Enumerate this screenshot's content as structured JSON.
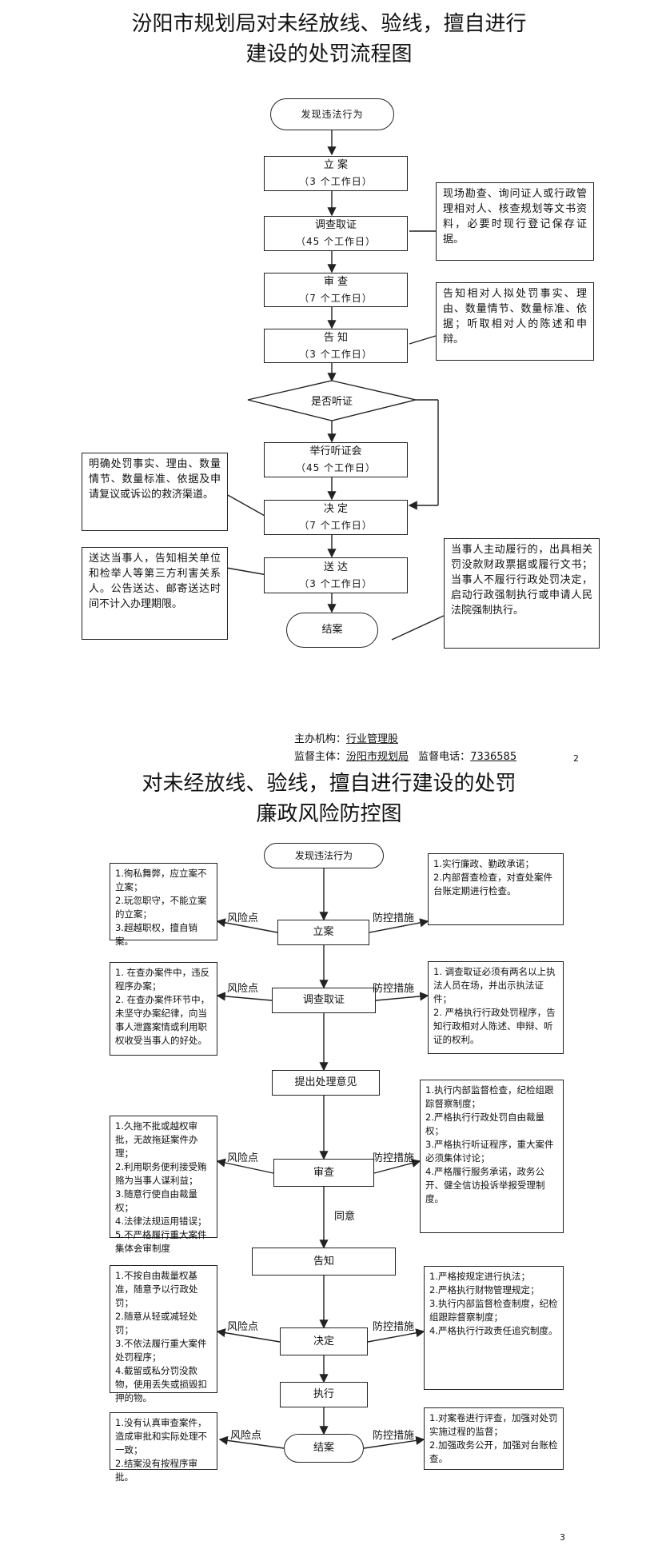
{
  "chart1": {
    "title_line1": "汾阳市规划局对未经放线、验线，擅自进行",
    "title_line2": "建设的处罚流程图",
    "start": "发现违法行为",
    "steps": [
      {
        "name": "立 案",
        "time": "（3 个工作日）"
      },
      {
        "name": "调查取证",
        "time": "（45 个工作日）"
      },
      {
        "name": "审 查",
        "time": "（7 个工作日）"
      },
      {
        "name": "告 知",
        "time": "（3 个工作日）"
      }
    ],
    "decision": "是否听证",
    "hearing": {
      "name": "举行听证会",
      "time": "（45 个工作日）"
    },
    "decide": {
      "name": "决 定",
      "time": "（7 个工作日）"
    },
    "deliver": {
      "name": "送 达",
      "time": "（3 个工作日）"
    },
    "end": "结案",
    "notes": {
      "investigate": "现场勘查、询问证人或行政管理相对人、核查规划等文书资料，必要时现行登记保存证据。",
      "notify": "告知相对人拟处罚事实、理由、数量情节、数量标准、依据；听取相对人的陈述和申辩。",
      "decide": "明确处罚事实、理由、数量情节、数量标准、依据及申请复议或诉讼的救济渠道。",
      "deliver": "送达当事人，告知相关单位和检举人等第三方利害关系人。公告送达、邮寄送达时间不计入办理期限。",
      "end": "当事人主动履行的，出具相关罚没款财政票据或履行文书；当事人不履行行政处罚决定，启动行政强制执行或申请人民法院强制执行。"
    },
    "footer": {
      "org_label": "主办机构：",
      "org_value": "行业管理股",
      "sup_label": "监督主体：",
      "sup_value": "汾阳市规划局",
      "tel_label": "监督电话：",
      "tel_value": "7336585"
    },
    "page_no": "2"
  },
  "chart2": {
    "title_line1": "对未经放线、验线，擅自进行建设的处罚",
    "title_line2": "廉政风险防控图",
    "start": "发现违法行为",
    "nodes": [
      "立案",
      "调查取证",
      "提出处理意见",
      "审查",
      "告知",
      "决定",
      "执行",
      "结案"
    ],
    "agree": "同意",
    "risk_label": "风险点",
    "control_label": "防控措施",
    "risks": {
      "register": "1.徇私舞弊，应立案不立案；\n2.玩忽职守，不能立案的立案；\n3.超越职权，擅自销案。",
      "investigate": "1. 在查办案件中，违反程序办案；\n2. 在查办案件环节中，未坚守办案纪律，向当事人泄露案情或利用职权收受当事人的好处。",
      "review": "1.久拖不批或越权审批，无故拖延案件办理；\n2.利用职务便利接受贿赂为当事人谋利益；\n3.随意行使自由裁量权；\n4.法律法规运用错误；\n5.不严格履行重大案件集体会审制度",
      "decide": "1.不按自由裁量权基准，随意予以行政处罚；\n2.随意从轻或减轻处罚；\n3.不依法履行重大案件处罚程序；\n4.截留或私分罚没款物，使用丢失或损毁扣押的物。",
      "close": "1.没有认真审查案件，造成审批和实际处理不一致；\n2.结案没有按程序审批。"
    },
    "controls": {
      "register": "1.实行廉政、勤政承诺；\n2.内部督查检查，对查处案件台账定期进行检查。",
      "investigate": "1. 调查取证必须有两名以上执法人员在场，并出示执法证件；\n2. 严格执行行政处罚程序，告知行政相对人陈述、申辩、听证的权利。",
      "review": "1.执行内部监督检查，纪检组跟踪督察制度；\n2.严格执行行政处罚自由裁量权；\n3.严格执行听证程序，重大案件必须集体讨论；\n4.严格履行服务承诺，政务公开、健全信访投诉举报受理制度。",
      "decide": "1.严格按规定进行执法；\n2.严格执行财物管理规定；\n3.执行内部监督检查制度，纪检组跟踪督察制度；\n4.严格执行行政责任追究制度。",
      "close": "1.对案卷进行评查，加强对处罚实施过程的监督；\n2.加强政务公开，加强对台账检查。"
    },
    "page_no": "3"
  }
}
